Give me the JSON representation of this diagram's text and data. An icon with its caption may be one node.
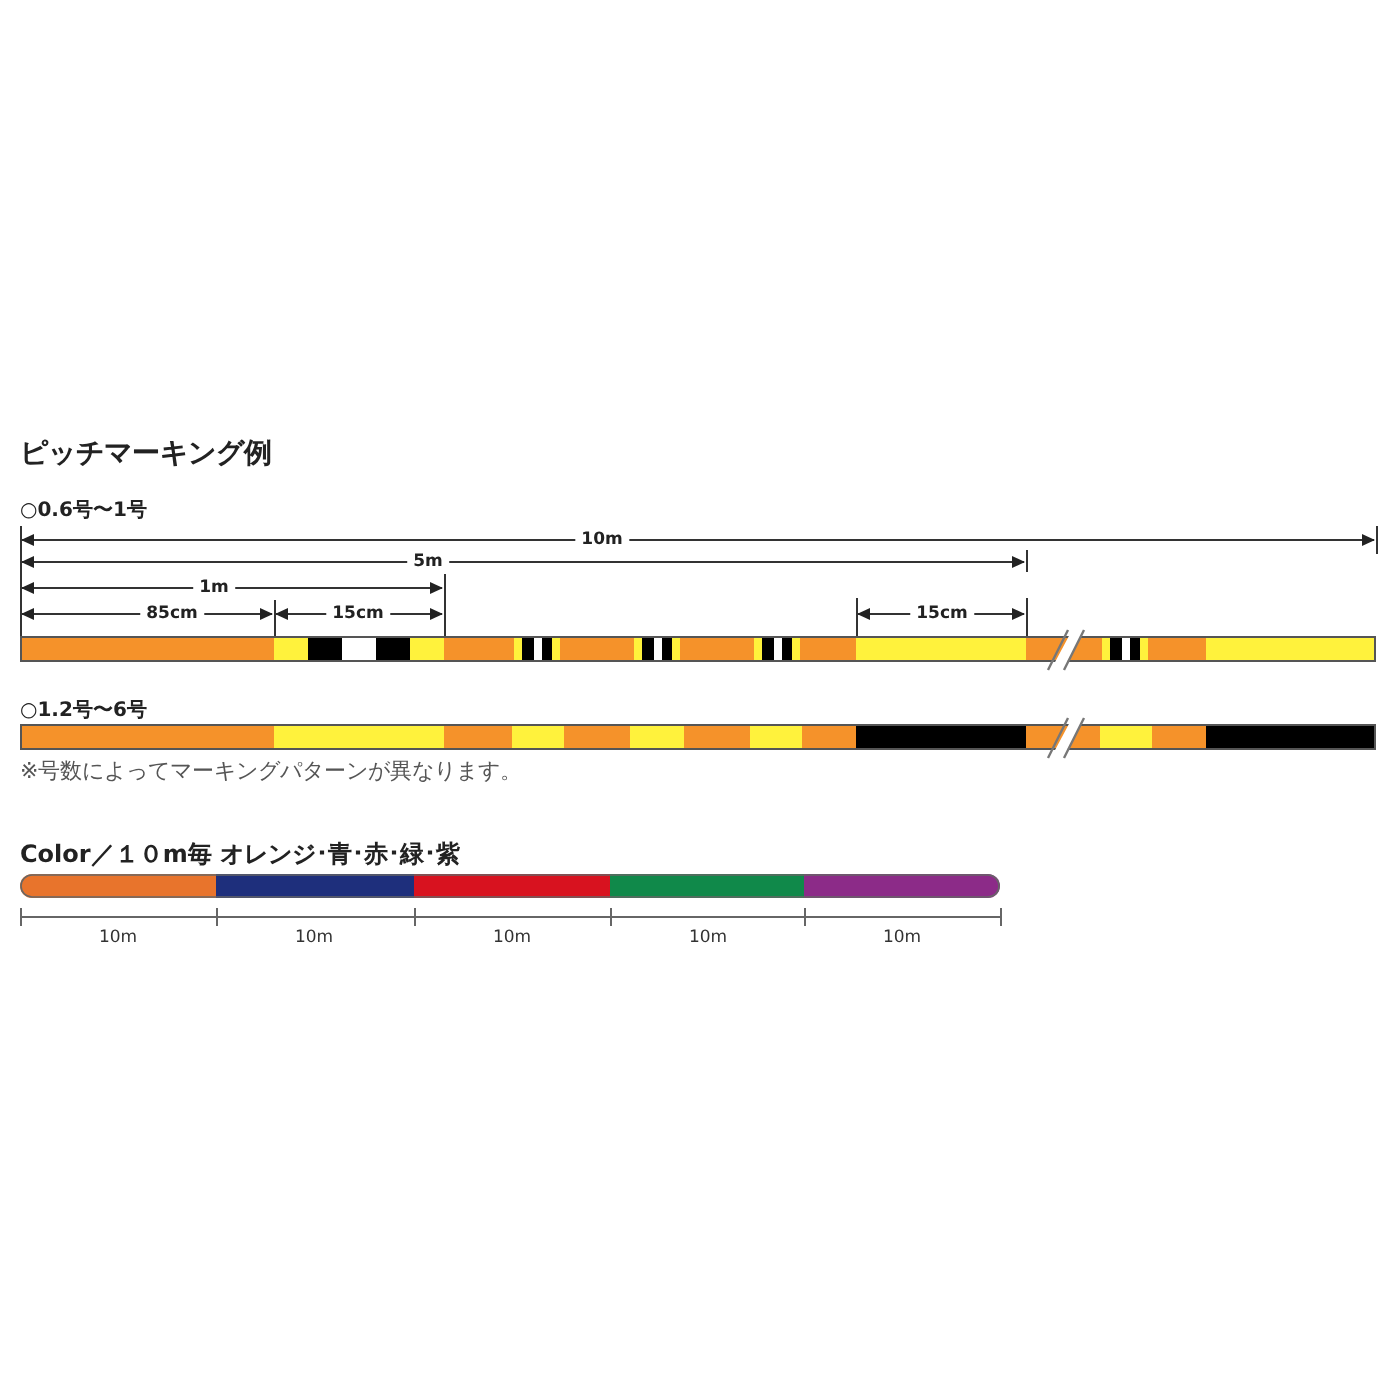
{
  "diagram": {
    "title": "ピッチマーキング例",
    "labels": [
      "○0.6号〜1号",
      "10m",
      "5m",
      "1m",
      "85cm",
      "15cm",
      "15cm",
      "○1.2号〜6号",
      "※号数によってマーキングパターンが異なります。",
      "Color／１０m毎 オレンジ･青･赤･緑･紫",
      "10m",
      "10m",
      "10m",
      "10m",
      "10m"
    ]
  }
}
